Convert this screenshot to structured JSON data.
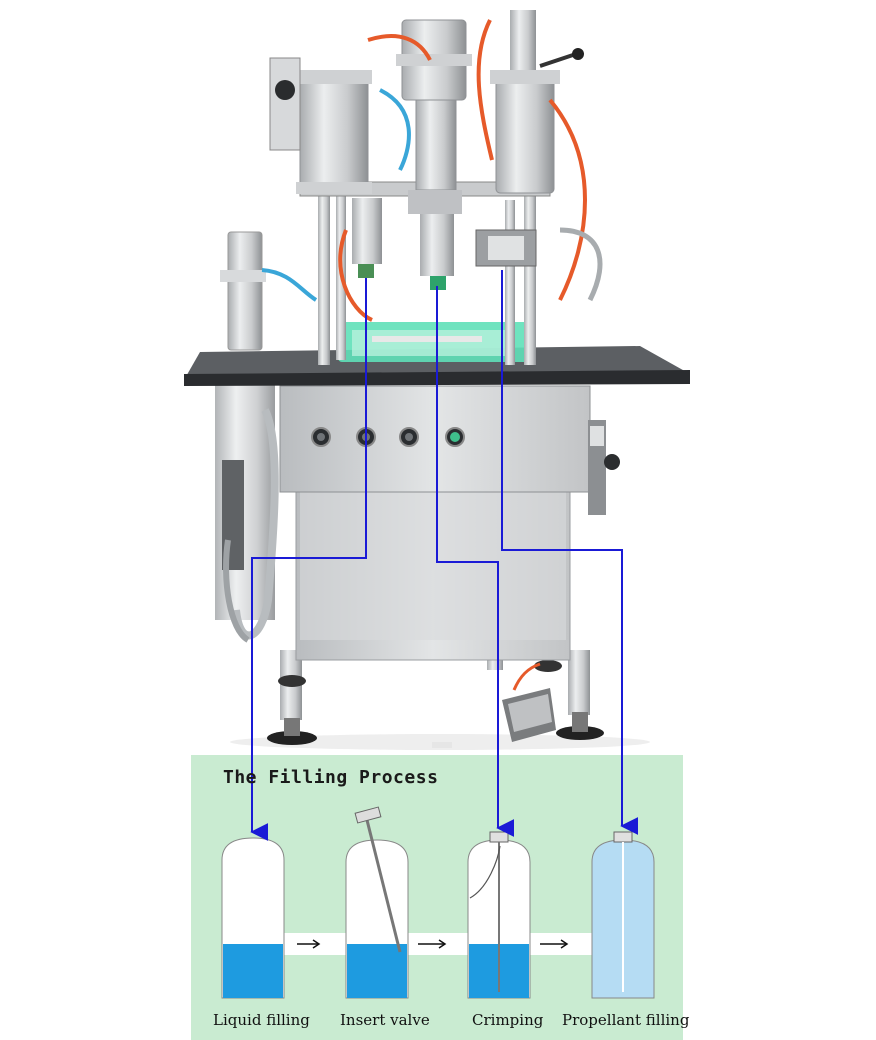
{
  "panel": {
    "title": "The Filling Process",
    "background_color": "#c9ebd1"
  },
  "steps": [
    {
      "label": "Liquid filling"
    },
    {
      "label": "Insert valve"
    },
    {
      "label": "Crimping"
    },
    {
      "label": "Propellant filling"
    }
  ],
  "colors": {
    "pointer_line": "#1a1ad6",
    "liquid": "#1e9be0",
    "propellant_gas": "#b5dcf3",
    "steel": "#d4d6d8",
    "tabletop": "#3a3c3f",
    "air_hose_orange": "#e65a2a",
    "air_hose_blue": "#3aa6d8",
    "guide_rail": "#5fe0b8"
  },
  "icons": [
    "right-arrow-icon",
    "down-arrow-icon"
  ]
}
